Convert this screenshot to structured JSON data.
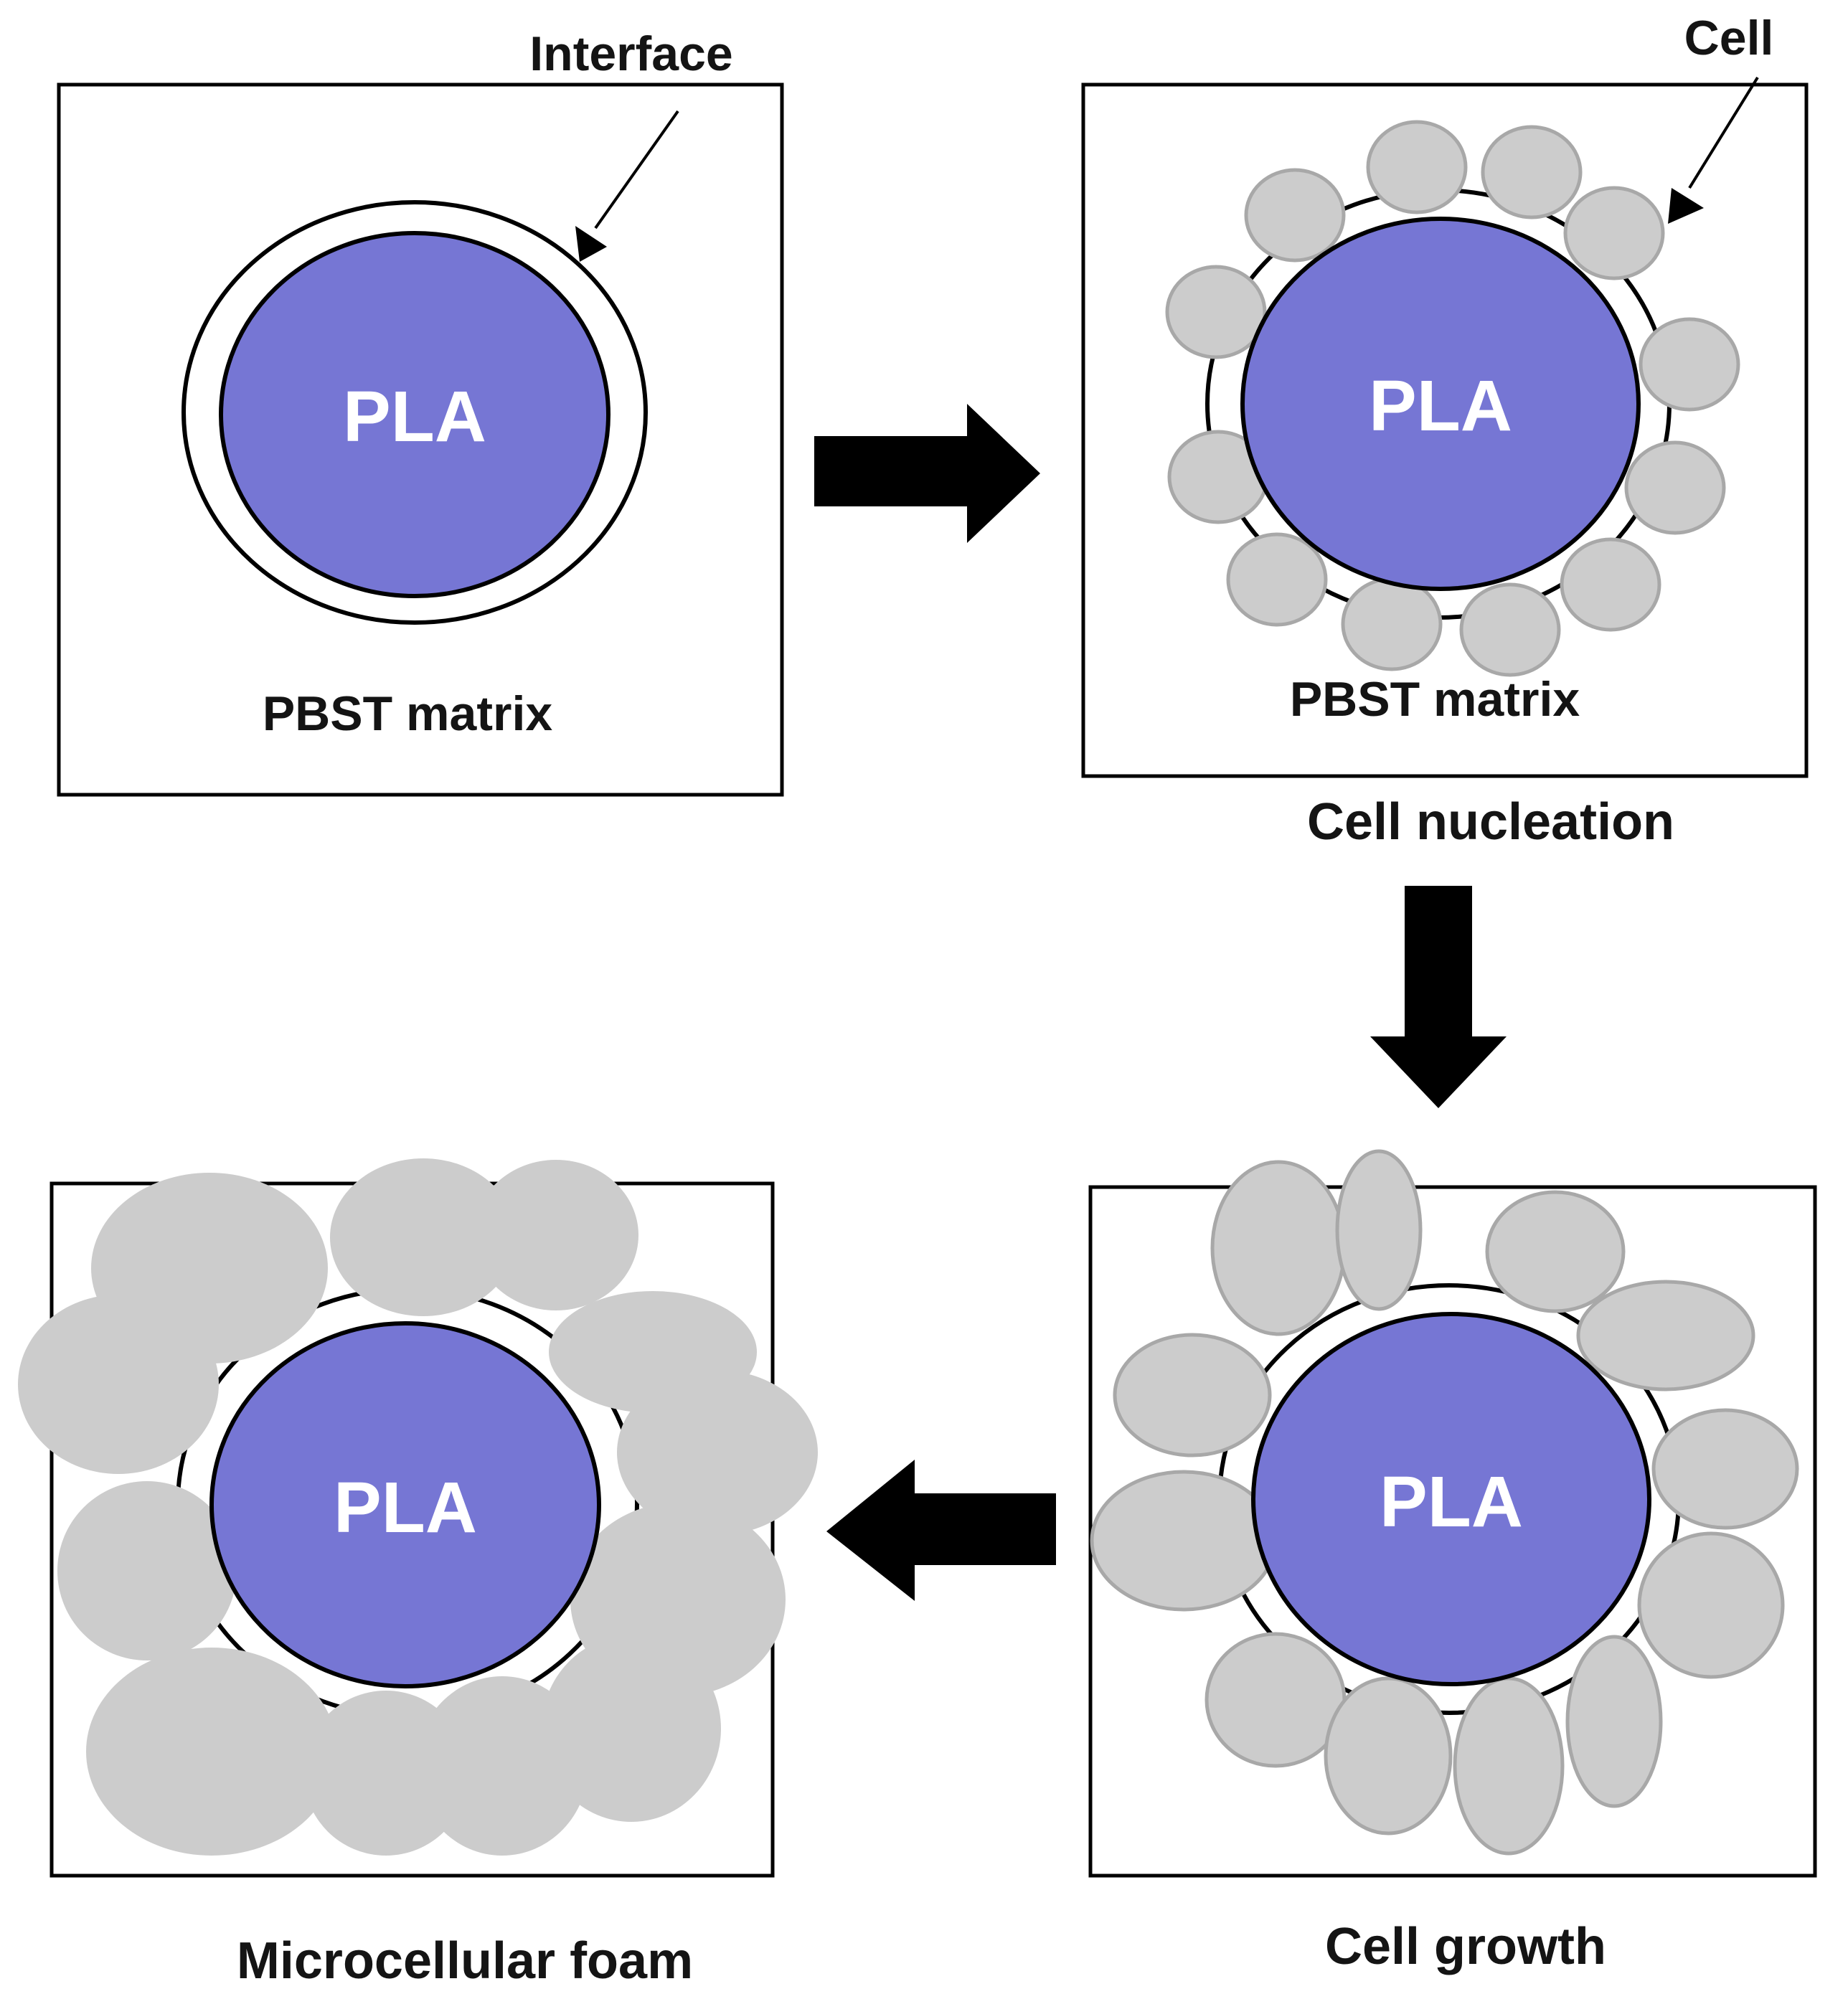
{
  "core_label": "PLA",
  "labels": {
    "interface": "Interface",
    "cell": "Cell",
    "matrix_1": "PBST matrix",
    "matrix_2": "PBST matrix",
    "cell_nucleation": "Cell nucleation",
    "cell_growth": "Cell growth",
    "microcellular_foam": "Microcellular foam"
  },
  "colors": {
    "core": "#7676d4",
    "cell_fill": "#cccccc",
    "cell_stroke": "#a8a8a8",
    "foam": "#cccccc",
    "line": "#000000"
  }
}
